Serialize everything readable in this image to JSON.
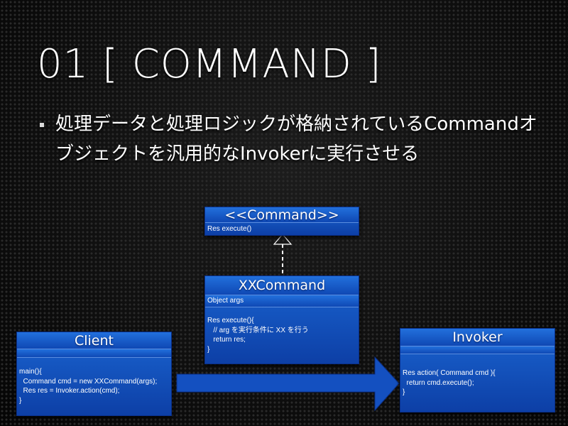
{
  "title": "01 [ COMMAND ]",
  "bullet": "処理データと処理ロジックが格納されているCommandオブジェクトを汎用的なInvokerに実行させる",
  "command": {
    "name": "<<Command>>",
    "method": "Res execute()"
  },
  "xxcommand": {
    "name": "XXCommand",
    "attr": "Object args",
    "code": [
      "Res execute(){",
      "   // arg を実行条件に XX を行う",
      "   return res;",
      "}"
    ]
  },
  "client": {
    "name": "Client",
    "code": [
      "main(){",
      "  Command cmd = new XXCommand(args);",
      "  Res res = Invoker.action(cmd);",
      "}"
    ]
  },
  "invoker": {
    "name": "Invoker",
    "code": [
      "Res action( Command cmd ){",
      "  return cmd.execute();",
      "}"
    ]
  },
  "colors": {
    "box": "#1a5ccc",
    "arrow": "#1450c0"
  }
}
